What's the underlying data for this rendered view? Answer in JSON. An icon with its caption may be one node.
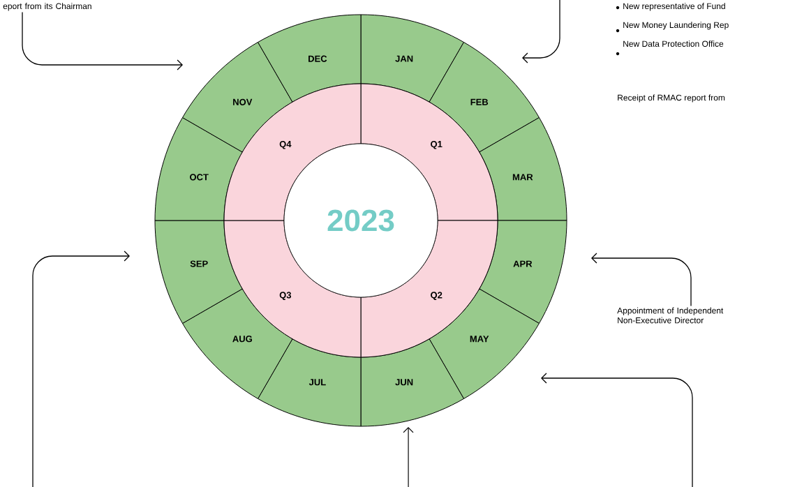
{
  "diagram": {
    "nodes": [
      {
        "text": [
          "eport from its Chairman"
        ]
      },
      {
        "text": [
          "New representative of Fund",
          "New Money Laundering Rep",
          "New Data Protection Office"
        ]
      },
      {
        "text": [
          "JAN"
        ]
      },
      {
        "text": [
          "FEB"
        ]
      },
      {
        "text": [
          "MAR"
        ]
      },
      {
        "text": [
          "APR"
        ]
      },
      {
        "text": [
          "MAY"
        ]
      },
      {
        "text": [
          "JUN"
        ]
      },
      {
        "text": [
          "JUL"
        ]
      },
      {
        "text": [
          "AUG"
        ]
      },
      {
        "text": [
          "SEP"
        ]
      },
      {
        "text": [
          "OCT"
        ]
      },
      {
        "text": [
          "NOV"
        ]
      },
      {
        "text": [
          "DEC"
        ]
      },
      {
        "text": [
          "Q1"
        ]
      },
      {
        "text": [
          "Q2"
        ]
      },
      {
        "text": [
          "Q3"
        ]
      },
      {
        "text": [
          "Q4"
        ]
      },
      {
        "text": [
          "2023"
        ]
      },
      {
        "text": [
          "Appointment of Independent Non-Executive Director"
        ]
      }
    ],
    "edges": [
      {
        "from": 0,
        "to": 12,
        "arrow": "to"
      },
      {
        "from": null,
        "to": 3,
        "arrow": "to"
      },
      {
        "from": 19,
        "to": 5,
        "arrow": "to"
      },
      {
        "from": null,
        "to": 6,
        "arrow": "to"
      },
      {
        "from": null,
        "to": 7,
        "arrow": "to"
      },
      {
        "from": null,
        "to": 10,
        "arrow": "to"
      }
    ],
    "labels": [
      "Receipt of RMAC report from"
    ]
  }
}
